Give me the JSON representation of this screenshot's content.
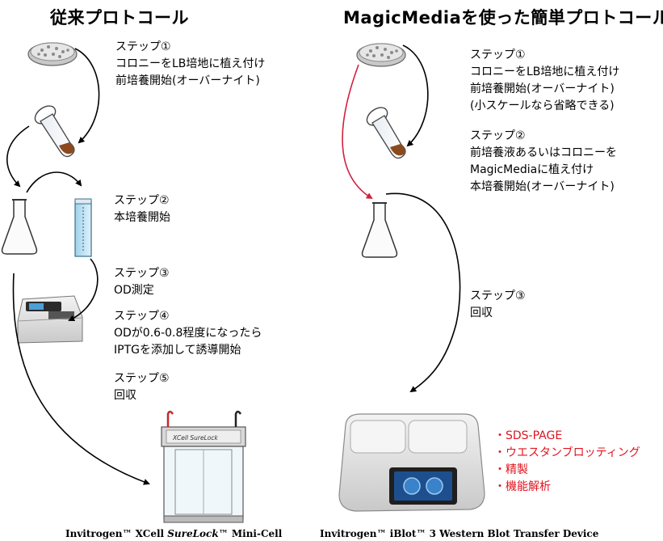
{
  "left": {
    "title": "従来プロトコール",
    "step1": [
      "ステップ①",
      "コロニーをLB培地に植え付け",
      "前培養開始(オーバーナイト)"
    ],
    "step2": [
      "ステップ②",
      "本培養開始"
    ],
    "step3": [
      "ステップ③",
      "OD測定"
    ],
    "step4": [
      "ステップ④",
      "ODが0.6-0.8程度になったら",
      "IPTGを添加して誘導開始"
    ],
    "step5": [
      "ステップ⑤",
      "回収"
    ],
    "caption_pre": "Invitrogen™ XCell ",
    "caption_em": "SureLock",
    "caption_post": "™ Mini-Cell",
    "device_label": "XCell SureLock"
  },
  "right": {
    "title": "MagicMediaを使った簡単プロトコール",
    "step1": [
      "ステップ①",
      "コロニーをLB培地に植え付け",
      "前培養開始(オーバーナイト)",
      "(小スケールなら省略できる)"
    ],
    "step2": [
      "ステップ②",
      "前培養液あるいはコロニーを",
      "MagicMediaに植え付け",
      "本培養開始(オーバーナイト)"
    ],
    "step3": [
      "ステップ③",
      "回収"
    ],
    "bullets": [
      "・SDS-PAGE",
      "・ウエスタンブロッティング",
      "・精製",
      "・機能解析"
    ],
    "caption": "Invitrogen™  iBlot™ 3 Western Blot Transfer Device"
  },
  "colors": {
    "accent_red": "#e0141e",
    "arrow_red": "#d0213f"
  }
}
